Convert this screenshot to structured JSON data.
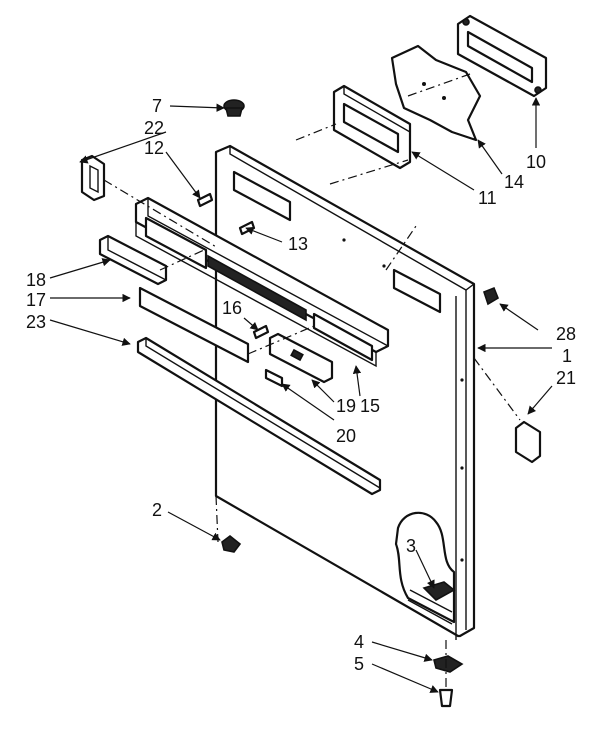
{
  "diagram": {
    "callouts": {
      "c1": "1",
      "c2": "2",
      "c3": "3",
      "c4": "4",
      "c5": "5",
      "c7": "7",
      "c10": "10",
      "c11": "11",
      "c12": "12",
      "c13": "13",
      "c14": "14",
      "c15": "15",
      "c16": "16",
      "c17": "17",
      "c18": "18",
      "c19": "19",
      "c20": "20",
      "c21": "21",
      "c22": "22",
      "c23": "23",
      "c28": "28"
    }
  }
}
